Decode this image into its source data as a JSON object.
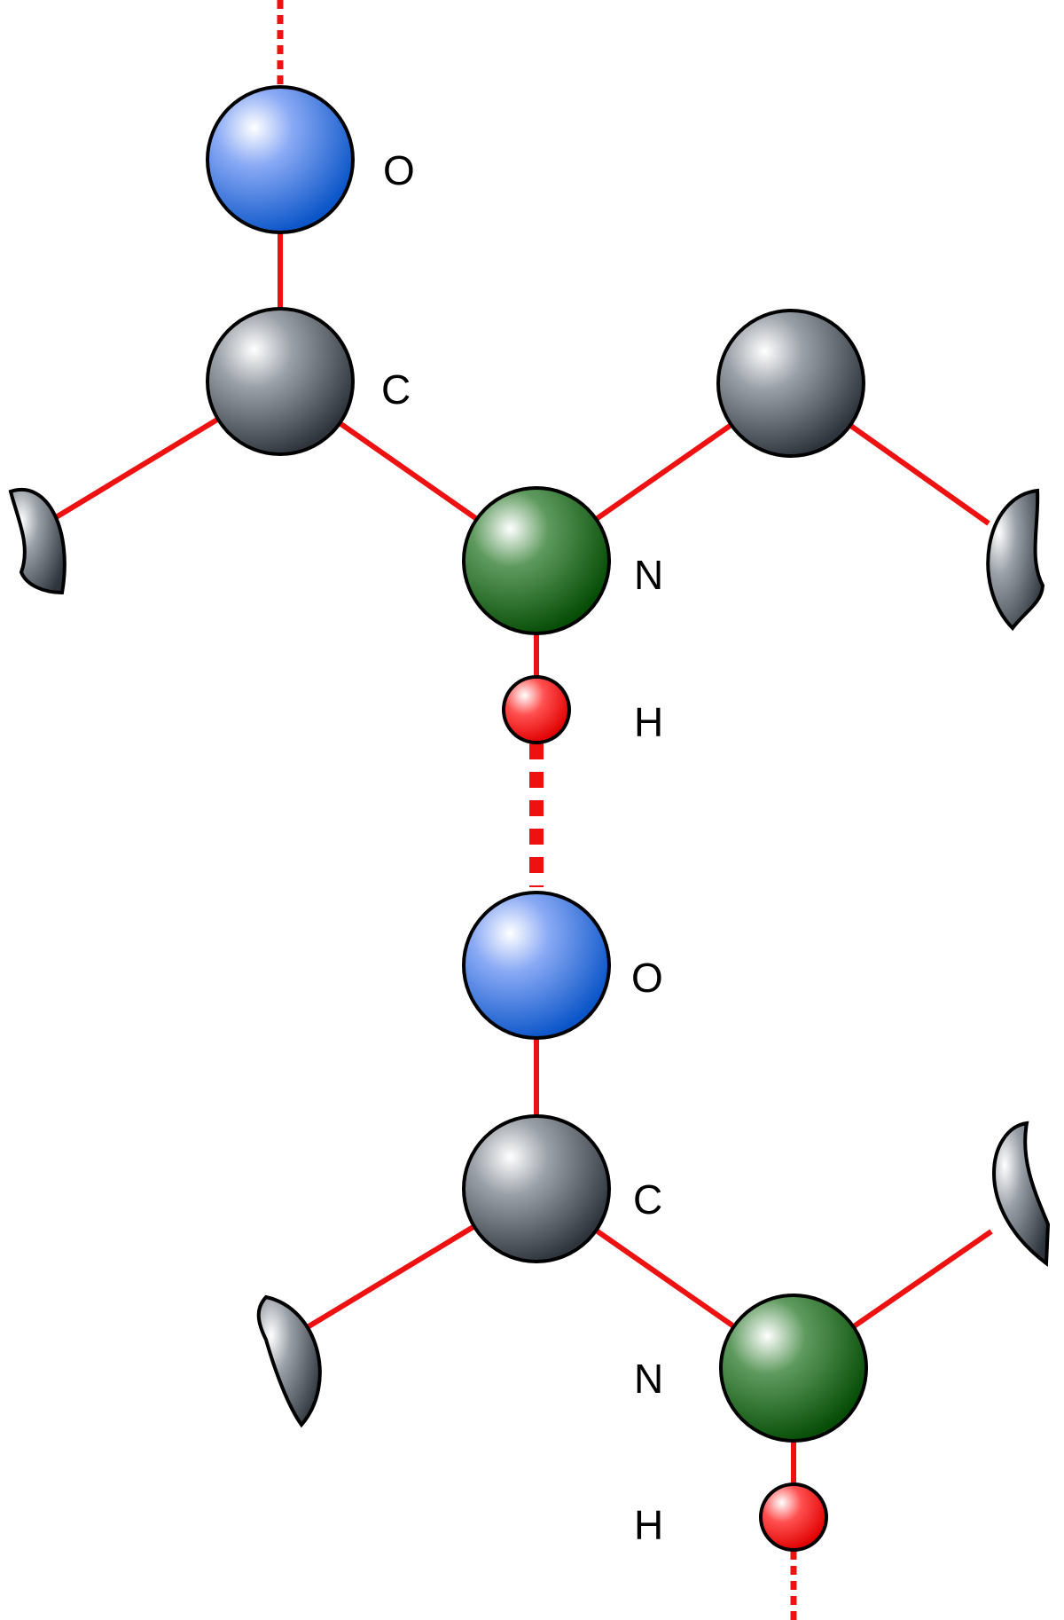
{
  "labels": {
    "o_top": "O",
    "c_top": "C",
    "n_top": "N",
    "h_top": "H",
    "o_bottom": "O",
    "c_bottom": "C",
    "n_bottom": "N",
    "h_bottom": "H"
  },
  "colors": {
    "bond": "#ee1111",
    "oxygen": "#1f5fd0",
    "carbon": "#3d434c",
    "nitrogen": "#0e5a0e",
    "hydrogen": "#ee1111",
    "outline": "#000000"
  }
}
